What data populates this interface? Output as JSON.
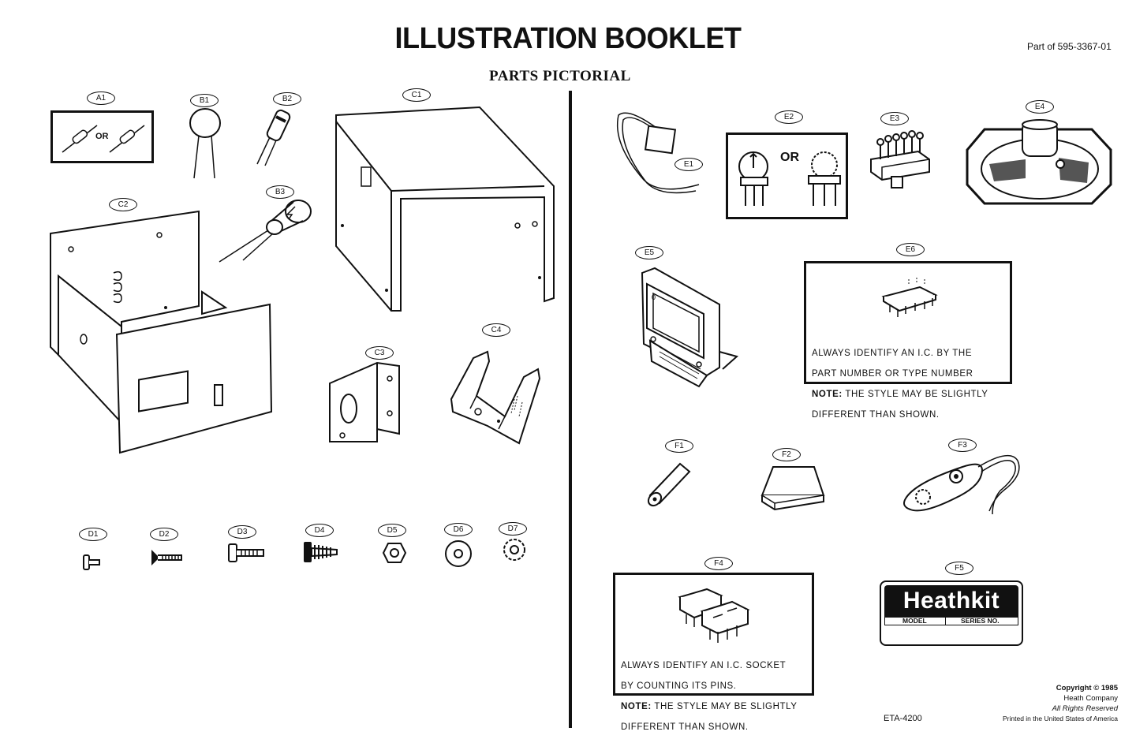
{
  "header": {
    "title": "ILLUSTRATION BOOKLET",
    "subtitle": "PARTS PICTORIAL",
    "part_of": "Part of 595-3367-01"
  },
  "labels": {
    "A1": "A1",
    "B1": "B1",
    "B2": "B2",
    "B3": "B3",
    "C1": "C1",
    "C2": "C2",
    "C3": "C3",
    "C4": "C4",
    "D1": "D1",
    "D2": "D2",
    "D3": "D3",
    "D4": "D4",
    "D5": "D5",
    "D6": "D6",
    "D7": "D7",
    "E1": "E1",
    "E2": "E2",
    "E3": "E3",
    "E4": "E4",
    "E5": "E5",
    "E6": "E6",
    "F1": "F1",
    "F2": "F2",
    "F3": "F3",
    "F4": "F4",
    "F5": "F5"
  },
  "or_text": {
    "a1": "OR",
    "e2": "OR"
  },
  "e6_note": {
    "line1": "ALWAYS IDENTIFY AN I.C. BY THE",
    "line2": "PART NUMBER OR TYPE NUMBER",
    "note_label": "NOTE:",
    "line3": " THE STYLE MAY BE SLIGHTLY",
    "line4": "DIFFERENT THAN SHOWN."
  },
  "f4_note": {
    "line1": "ALWAYS IDENTIFY AN I.C. SOCKET",
    "line2": "BY COUNTING ITS PINS.",
    "note_label": "NOTE:",
    "line3": " THE STYLE MAY BE SLIGHTLY",
    "line4": "DIFFERENT THAN SHOWN."
  },
  "heathkit_label": {
    "brand": "Heathkit",
    "model": "MODEL",
    "series": "SERIES NO."
  },
  "footer": {
    "eta": "ETA-4200",
    "copyright": "Copyright © 1985",
    "company": "Heath Company",
    "rights": "All Rights Reserved",
    "printed": "Printed in the United States of America"
  }
}
